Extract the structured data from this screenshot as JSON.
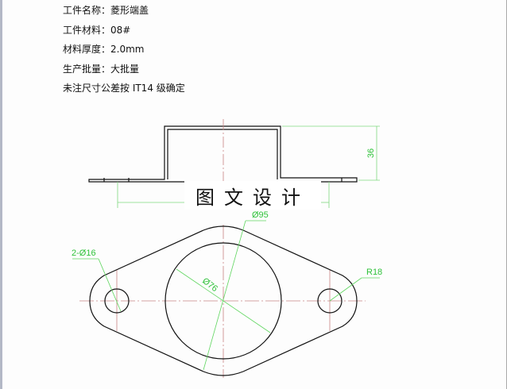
{
  "spec": {
    "part_name_label": "工件名称：",
    "part_name": "菱形端盖",
    "material_label": "工件材料：",
    "material": "08#",
    "thickness_label": "材料厚度：",
    "thickness": "2.0mm",
    "batch_label": "生产批量：",
    "batch": "大批量",
    "tolerance_note": "未注尺寸公差按 IT14 级确定"
  },
  "watermark": "图文设计",
  "dimensions": {
    "height": "36",
    "outer_diameter": "Ø95",
    "inner_diameter": "Ø76",
    "holes": "2-Ø16",
    "radius": "R18"
  },
  "colors": {
    "outline": "#111111",
    "centerline": "#c88484",
    "dimension": "#2fc23a"
  }
}
